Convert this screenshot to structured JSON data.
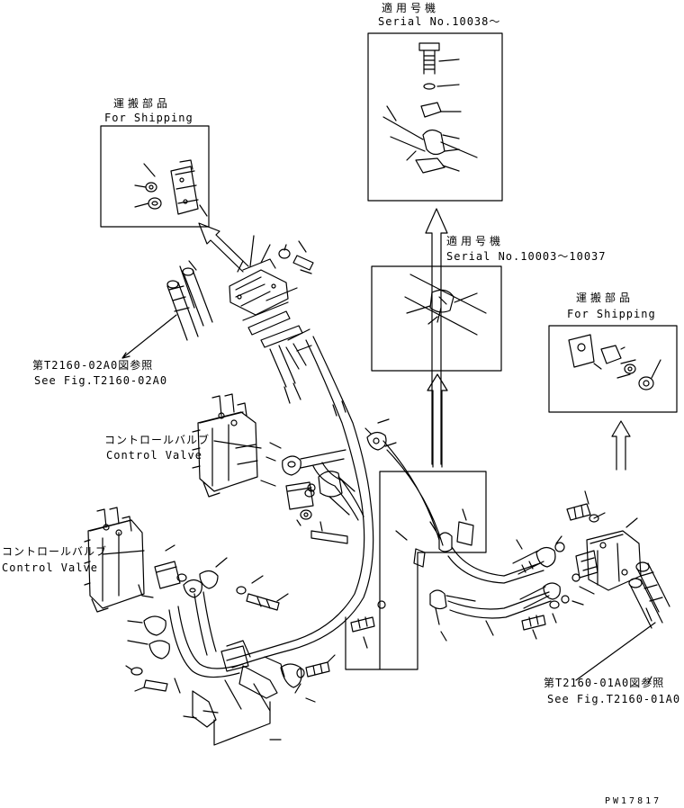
{
  "insets": {
    "top": {
      "heading_jp": "適用号機",
      "heading_en": "Serial No.10038～"
    },
    "middle": {
      "heading_jp": "適用号機",
      "heading_en": "Serial No.10003～10037"
    },
    "left_shipping": {
      "heading_jp": "運搬部品",
      "heading_en": "For Shipping"
    },
    "right_shipping": {
      "heading_jp": "運搬部品",
      "heading_en": "For Shipping"
    }
  },
  "labels": {
    "ref_left_jp": "第T2160-02A0図参照",
    "ref_left_en": "See Fig.T2160-02A0",
    "control_valve_1_jp": "コントロールバルブ",
    "control_valve_1_en": "Control Valve",
    "control_valve_2_jp": "コントロールバルブ",
    "control_valve_2_en": "Control Valve",
    "ref_right_jp": "第T2160-01A0図参照",
    "ref_right_en": "See Fig.T2160-01A0"
  },
  "drawing_code": "PW17817"
}
